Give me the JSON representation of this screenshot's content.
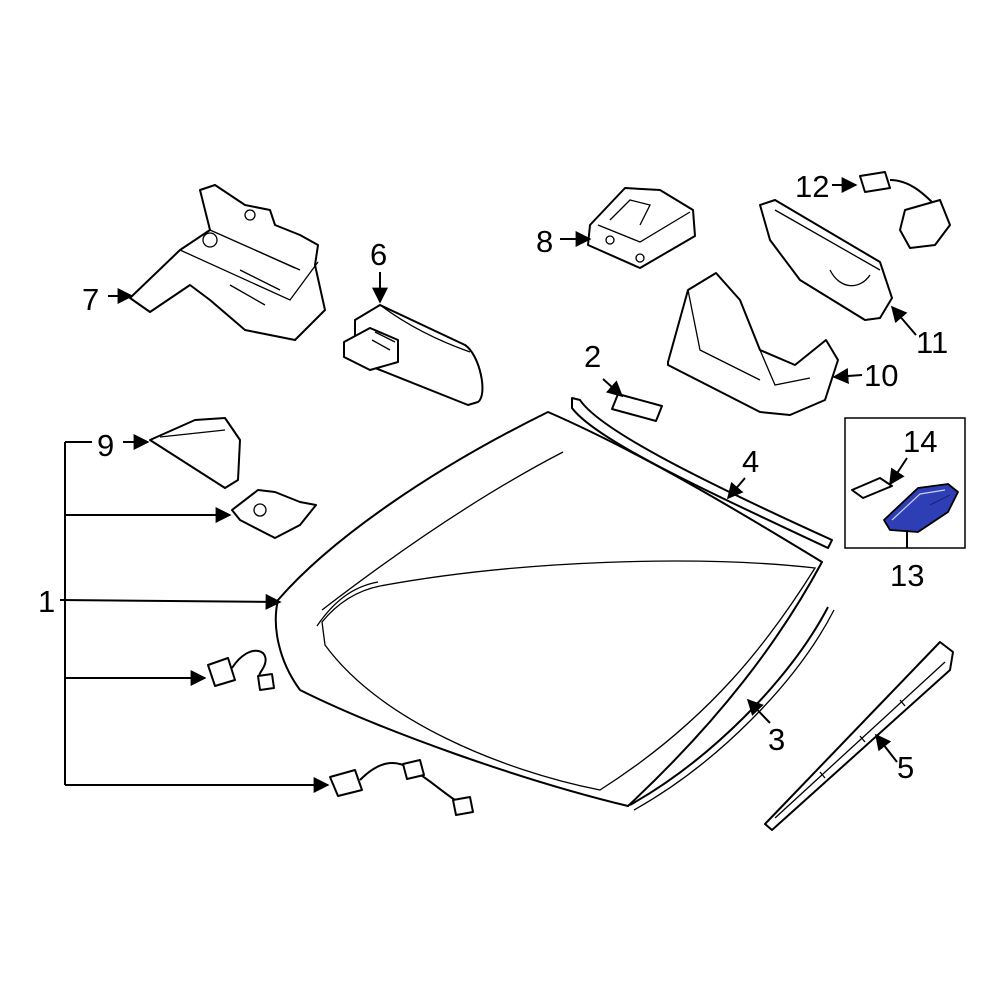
{
  "callouts": {
    "c1": "1",
    "c2": "2",
    "c3": "3",
    "c4": "4",
    "c5": "5",
    "c6": "6",
    "c7": "7",
    "c8": "8",
    "c9": "9",
    "c10": "10",
    "c11": "11",
    "c12": "12",
    "c13": "13",
    "c14": "14"
  },
  "colors": {
    "line": "#000000",
    "background": "#ffffff",
    "highlight_part": "#2e3fb5"
  }
}
